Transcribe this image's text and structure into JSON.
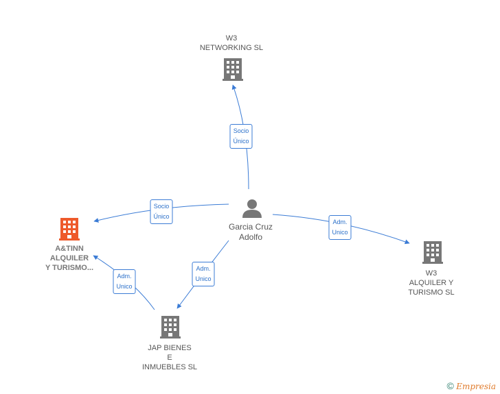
{
  "nodes": {
    "w3_networking": {
      "lines": [
        "W3",
        "NETWORKING SL"
      ],
      "color": "#777777"
    },
    "atinn": {
      "lines": [
        "A&TINN",
        "ALQUILER",
        "Y TURISMO..."
      ],
      "color": "#ee5a2b"
    },
    "person": {
      "lines": [
        "Garcia Cruz",
        "Adolfo"
      ],
      "color": "#777777"
    },
    "w3_alquiler": {
      "lines": [
        "W3",
        "ALQUILER Y",
        "TURISMO  SL"
      ],
      "color": "#777777"
    },
    "jap_bienes": {
      "lines": [
        "JAP BIENES",
        "E",
        "INMUEBLES  SL"
      ],
      "color": "#777777"
    }
  },
  "edges": {
    "e1": {
      "lines": [
        "Socio",
        "Único"
      ]
    },
    "e2": {
      "lines": [
        "Socio",
        "Único"
      ]
    },
    "e3": {
      "lines": [
        "Adm.",
        "Unico"
      ]
    },
    "e4": {
      "lines": [
        "Adm.",
        "Unico"
      ]
    },
    "e5": {
      "lines": [
        "Adm.",
        "Unico"
      ]
    }
  },
  "colors": {
    "edge": "#3a7bd5",
    "building": "#777777",
    "highlight": "#ee5a2b"
  },
  "footer": {
    "copyright": "©",
    "brand": "Empresia"
  }
}
